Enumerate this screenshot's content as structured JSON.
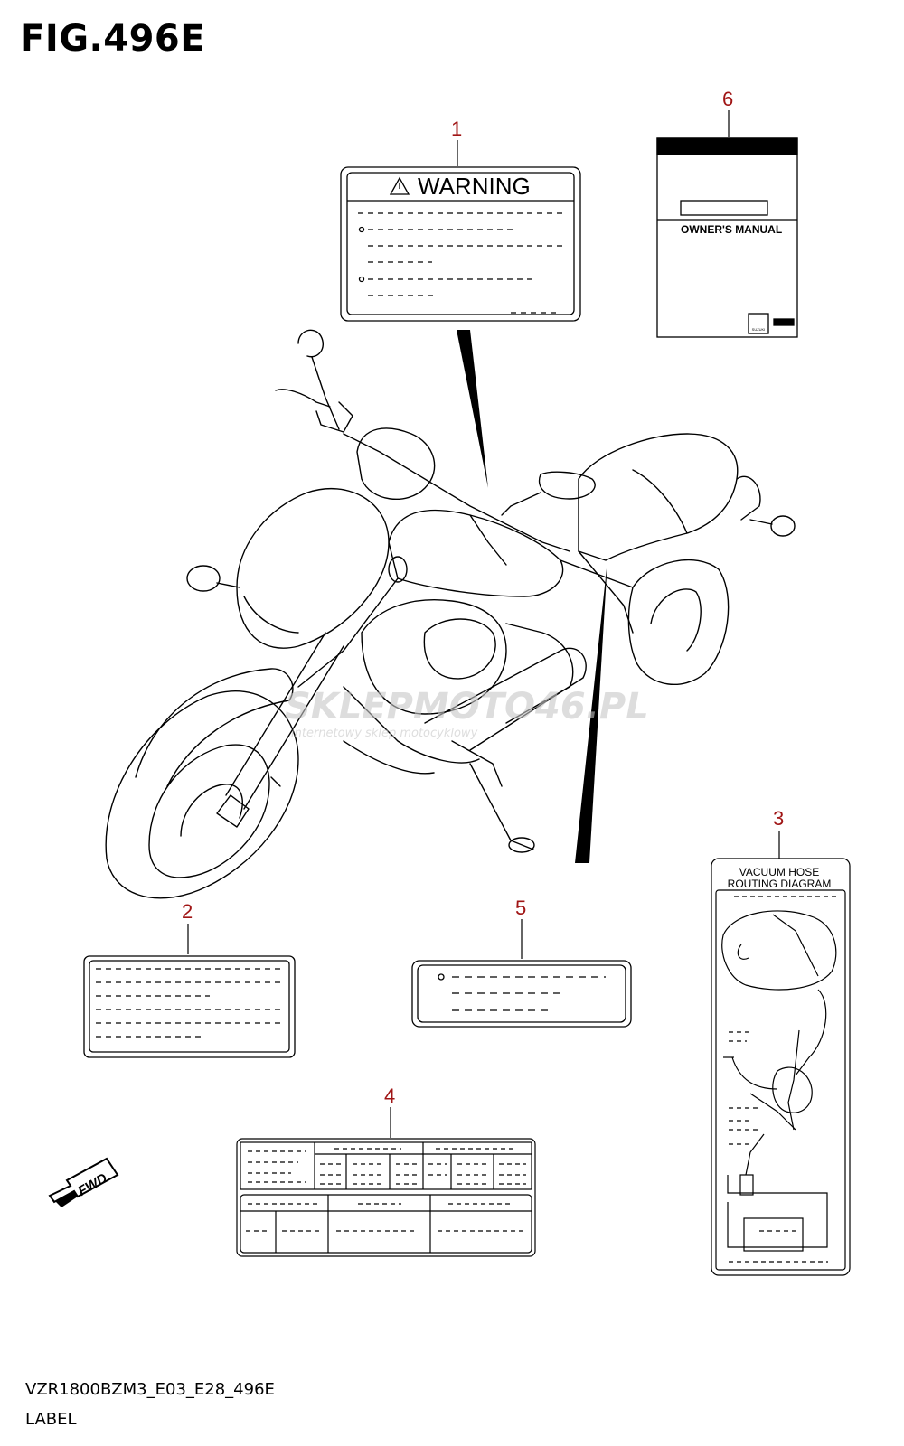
{
  "figure": {
    "title": "FIG.496E"
  },
  "footer": {
    "code": "VZR1800BZM3_E03_E28_496E",
    "section": "LABEL"
  },
  "callouts": [
    "1",
    "2",
    "3",
    "4",
    "5",
    "6"
  ],
  "labels": {
    "warning_label": {
      "text": "WARNING"
    },
    "owners_manual": {
      "text": "OWNER'S MANUAL",
      "brand": "SUZUKI"
    },
    "vacuum_hose": {
      "line1": "VACUUM HOSE",
      "line2": "ROUTING DIAGRAM"
    },
    "fwd_arrow": {
      "text": "FWD"
    }
  },
  "watermark": {
    "brand": "SKLEPMOTO46.PL",
    "tagline": "internetowy sklep motocyklowy"
  },
  "colors": {
    "callout": "#a01515",
    "line": "#000000",
    "watermark": "#c8c8c8",
    "watermark_accent": "#f2b8b8"
  }
}
